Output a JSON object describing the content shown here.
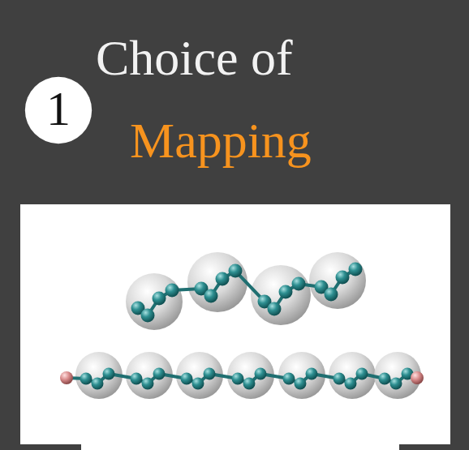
{
  "diagram": {
    "nodes": [
      {
        "text": [
          "1"
        ]
      }
    ],
    "labels": [
      "Choice of",
      "Mapping"
    ]
  }
}
